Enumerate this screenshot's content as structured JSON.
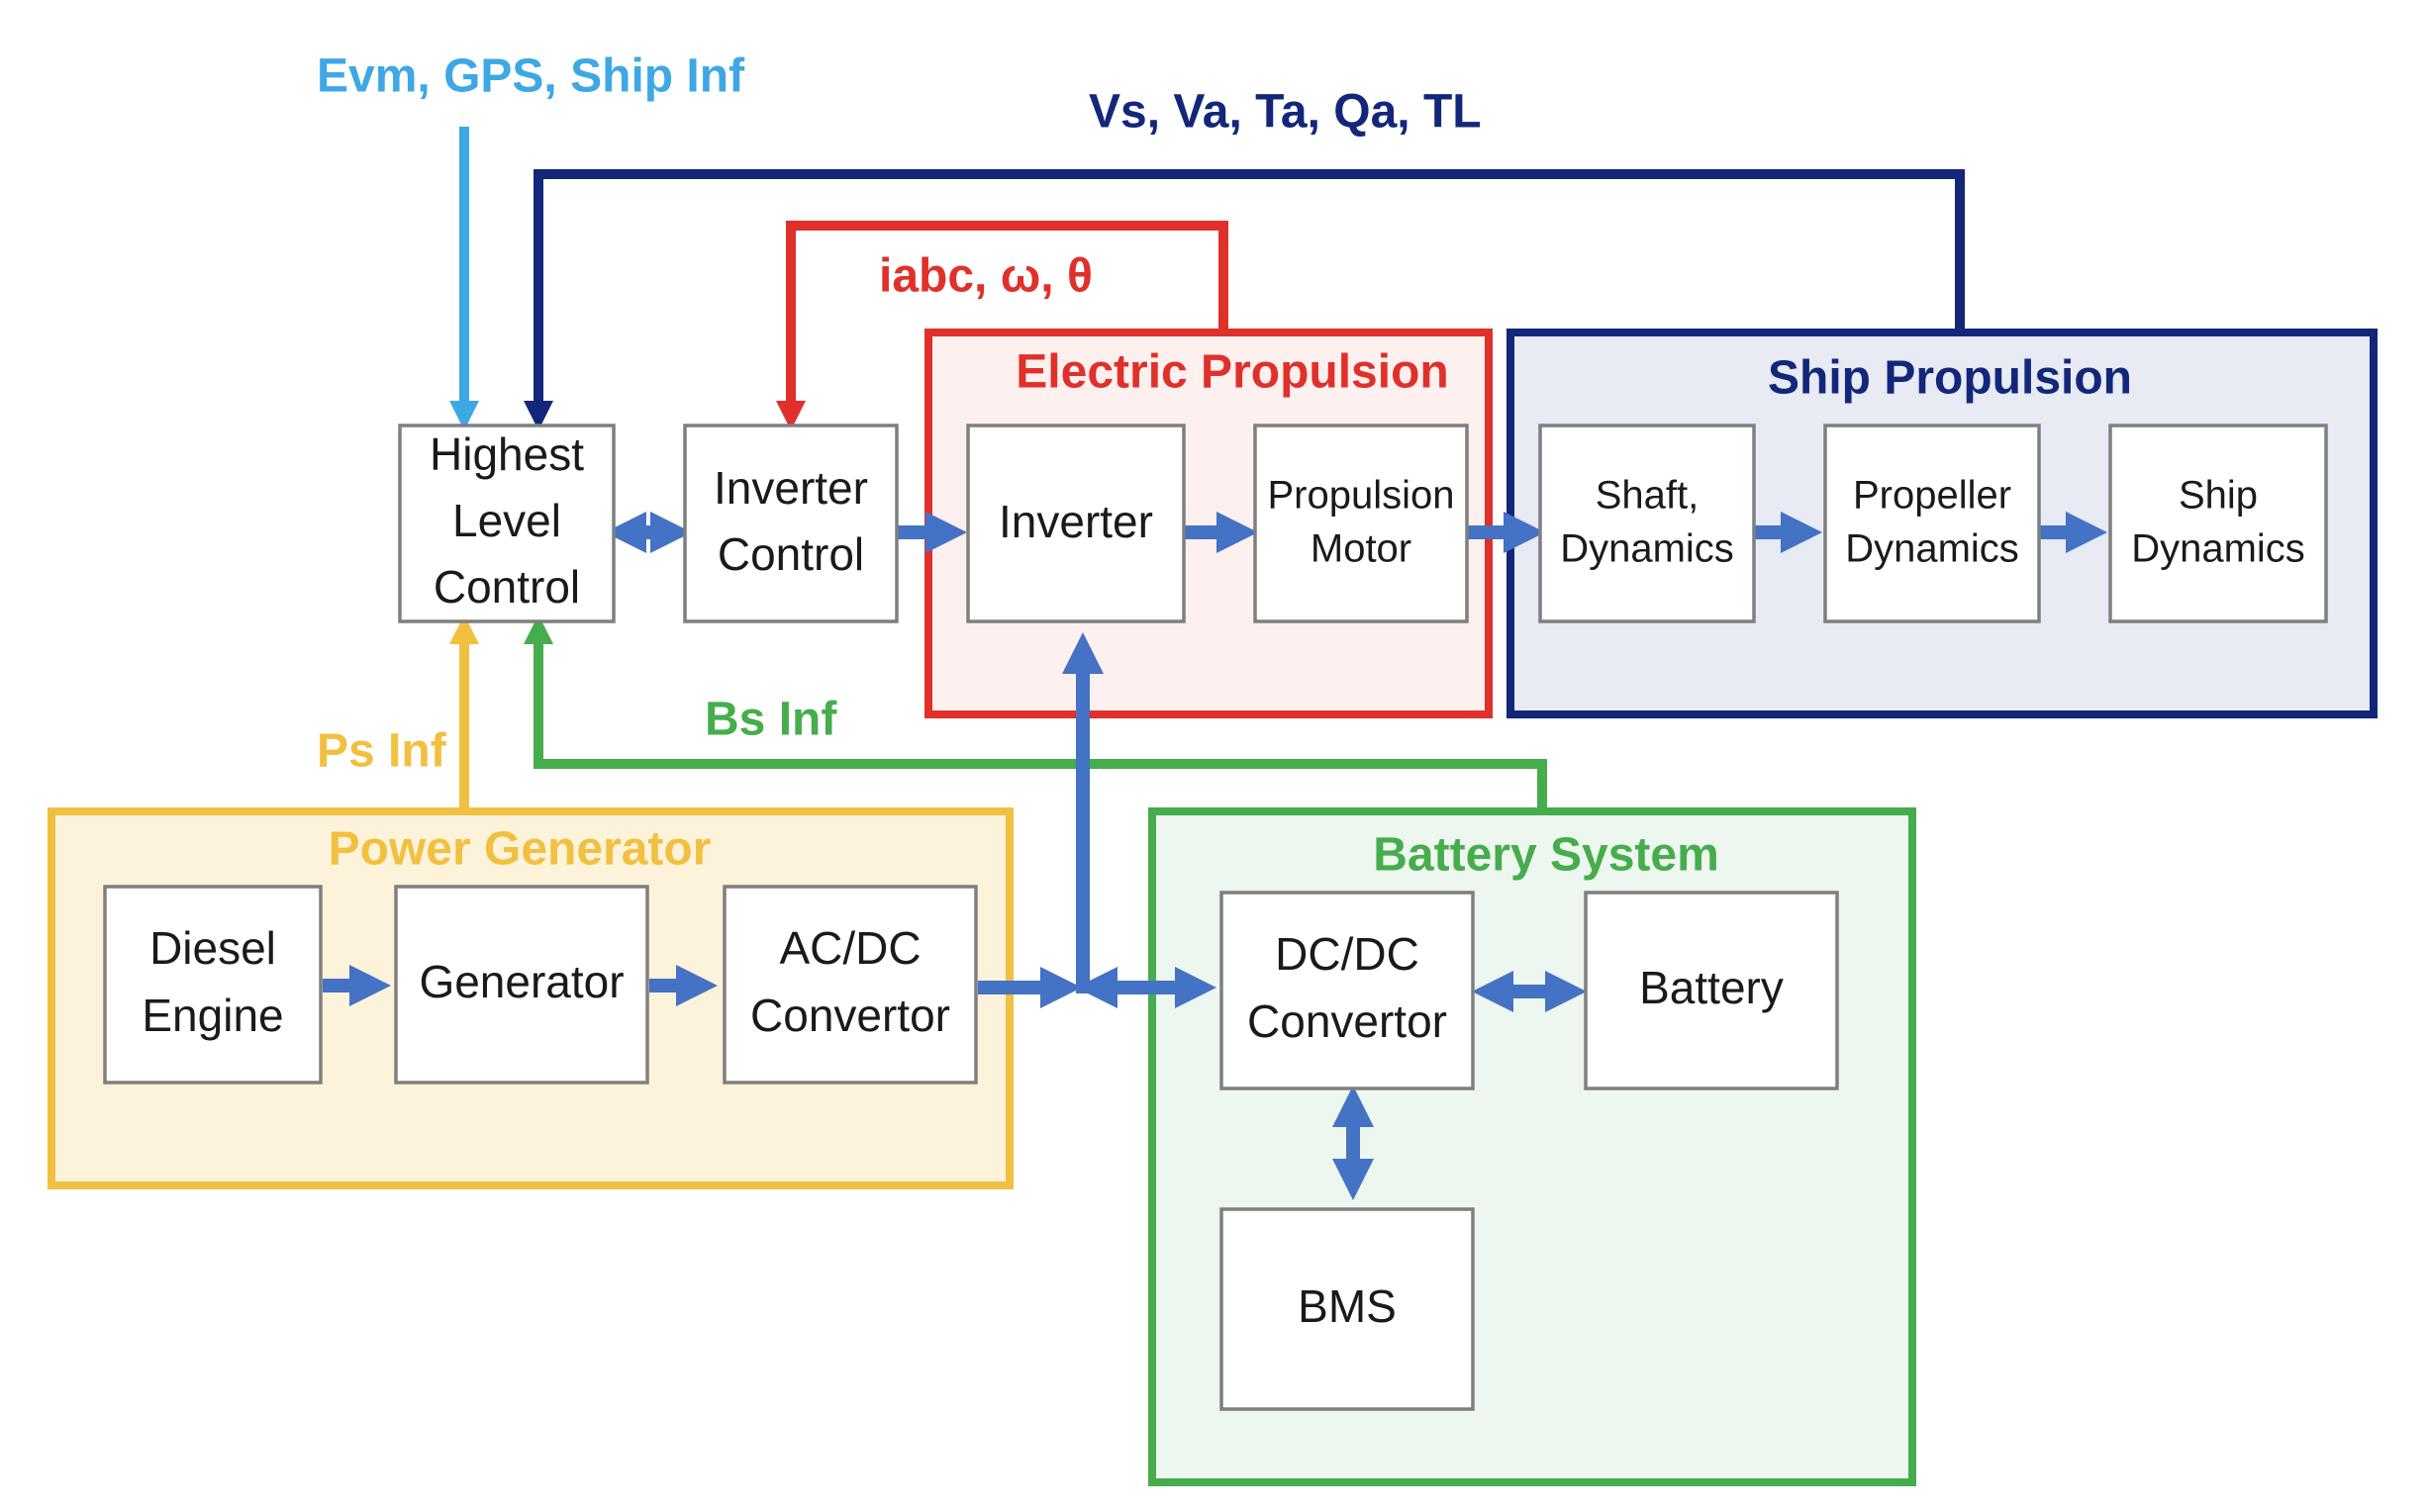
{
  "colors": {
    "signal_blue": "#4472c4",
    "gps_light_blue": "#3ea8e5",
    "feedback_navy": "#13277a",
    "current_red": "#e0302a",
    "power_gold": "#f2c040",
    "battery_green": "#46ad4c",
    "power_generator_fill": "#fdf3db",
    "electric_propulsion_fill": "#fdf0ef",
    "ship_propulsion_fill": "#e8eaf4",
    "battery_system_fill": "#eef7ef"
  },
  "signals": {
    "evm_gps": "Evm, GPS, Ship Inf",
    "ship_feedback": "Vs, Va, Ta, Qa, TL",
    "motor_feedback": "iabc, ω, θ",
    "ps_inf": "Ps Inf",
    "bs_inf": "Bs Inf"
  },
  "groups": {
    "electric_propulsion": "Electric Propulsion",
    "ship_propulsion": "Ship Propulsion",
    "power_generator": "Power Generator",
    "battery_system": "Battery System"
  },
  "blocks": {
    "highest_level_control": [
      "Highest",
      "Level",
      "Control"
    ],
    "inverter_control": [
      "Inverter",
      "Control"
    ],
    "inverter": [
      "Inverter"
    ],
    "propulsion_motor": [
      "Propulsion",
      "Motor"
    ],
    "shaft_dynamics": [
      "Shaft,",
      "Dynamics"
    ],
    "propeller_dynamics": [
      "Propeller",
      "Dynamics"
    ],
    "ship_dynamics": [
      "Ship",
      "Dynamics"
    ],
    "diesel_engine": [
      "Diesel",
      "Engine"
    ],
    "generator": [
      "Generator"
    ],
    "ac_dc_convertor": [
      "AC/DC",
      "Convertor"
    ],
    "dc_dc_convertor": [
      "DC/DC",
      "Convertor"
    ],
    "battery": [
      "Battery"
    ],
    "bms": [
      "BMS"
    ]
  }
}
